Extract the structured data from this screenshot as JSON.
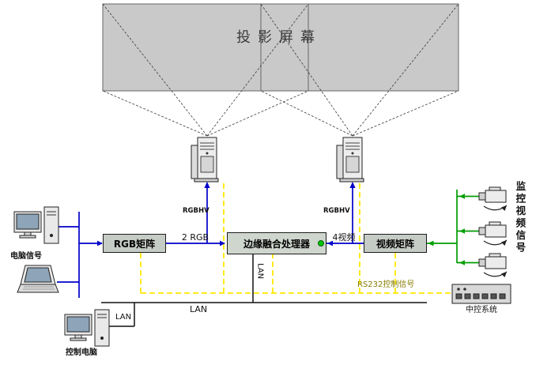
{
  "screen": {
    "title": "投影屏幕"
  },
  "boxes": {
    "rgb_matrix": "RGB矩阵",
    "edge_blender": "边缘融合处理器",
    "video_matrix": "视频矩阵",
    "central_control": "中控系统"
  },
  "device_labels": {
    "pc_signal": "电脑信号",
    "control_pc": "控制电脑",
    "surveillance_video": "监控视频信号"
  },
  "link_labels": {
    "two_rgb": "2 RGB",
    "four_video": "4视频",
    "rgbhv_left": "RGBHV",
    "rgbhv_right": "RGBHV",
    "lan_backbone": "LAN",
    "lan_drop": "LAN",
    "lan_control": "LAN",
    "rs232": "RS232控制信号"
  },
  "colors": {
    "rgb_signal_line": "#0000c8",
    "control_line": "#ffe800",
    "video_line": "#009e00",
    "lan_line": "#111111",
    "screen_fill": "#c9c9c9"
  }
}
